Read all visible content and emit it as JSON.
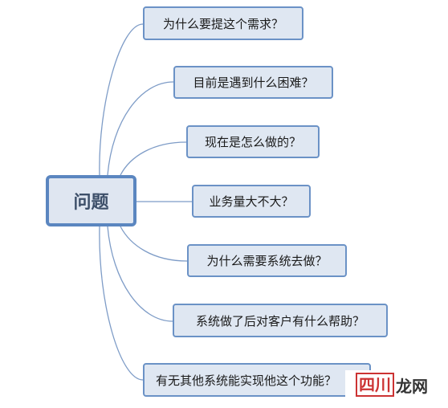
{
  "root": {
    "label": "问题"
  },
  "questions": [
    "为什么要提这个需求？",
    "目前是遇到什么困难？",
    "现在是怎么做的？",
    "业务量大不大？",
    "为什么需要系统去做？",
    "系统做了后对客户有什么帮助？",
    "有无其他系统能实现他这个功能？"
  ],
  "watermark": {
    "boxed": "四川",
    "text": "龙网"
  },
  "colors": {
    "border": "#6b92c6",
    "fill": "#dfe7f2",
    "root_border": "#5b86c0",
    "connector": "#7e9cc7"
  }
}
